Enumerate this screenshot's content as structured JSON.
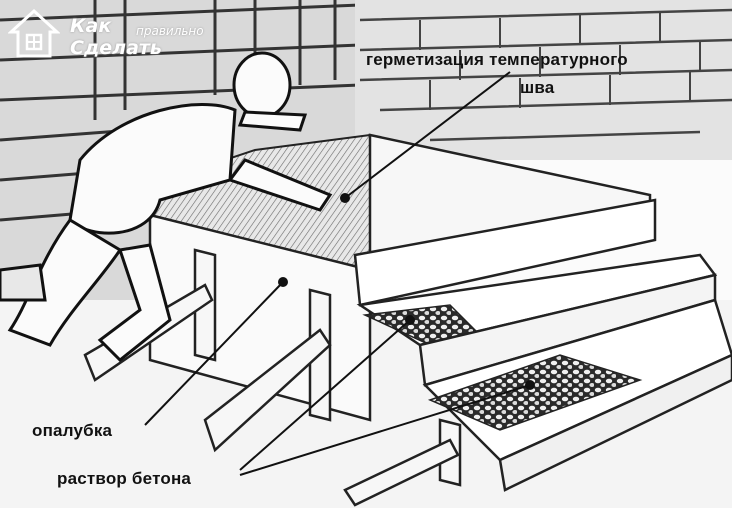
{
  "logo": {
    "word1": "Как",
    "word2": "правильно",
    "word3": "Сделать"
  },
  "labels": {
    "sealing_line1": "герметизация температурного",
    "sealing_line2": "шва",
    "formwork": "опалубка",
    "concrete": "раствор бетона"
  }
}
